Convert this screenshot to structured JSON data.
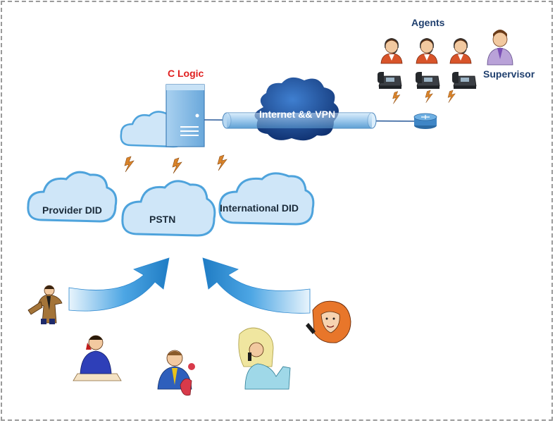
{
  "labels": {
    "server": "C Logic",
    "agents": "Agents",
    "supervisor": "Supervisor",
    "link": "Internet && VPN",
    "provider_did": "Provider DID",
    "pstn": "PSTN",
    "international_did": "International DID"
  },
  "colors": {
    "cloud_fill": "#cfe6f8",
    "cloud_stroke": "#4ea3dc",
    "server_fill": "#8fbfe6",
    "pipe_fill": "#9cc8ec",
    "network_cloud": "#16418a",
    "arrow_fill": "#3b99dd",
    "lightning": "#d9832a",
    "brand_red": "#e01f1f"
  },
  "icons": {
    "server": "server-icon",
    "network_cloud": "internet-cloud-icon",
    "router": "router-icon",
    "agent": "agent-headset-icon",
    "supervisor": "supervisor-icon",
    "phone": "ip-phone-icon",
    "caller": "caller-person-icon"
  }
}
